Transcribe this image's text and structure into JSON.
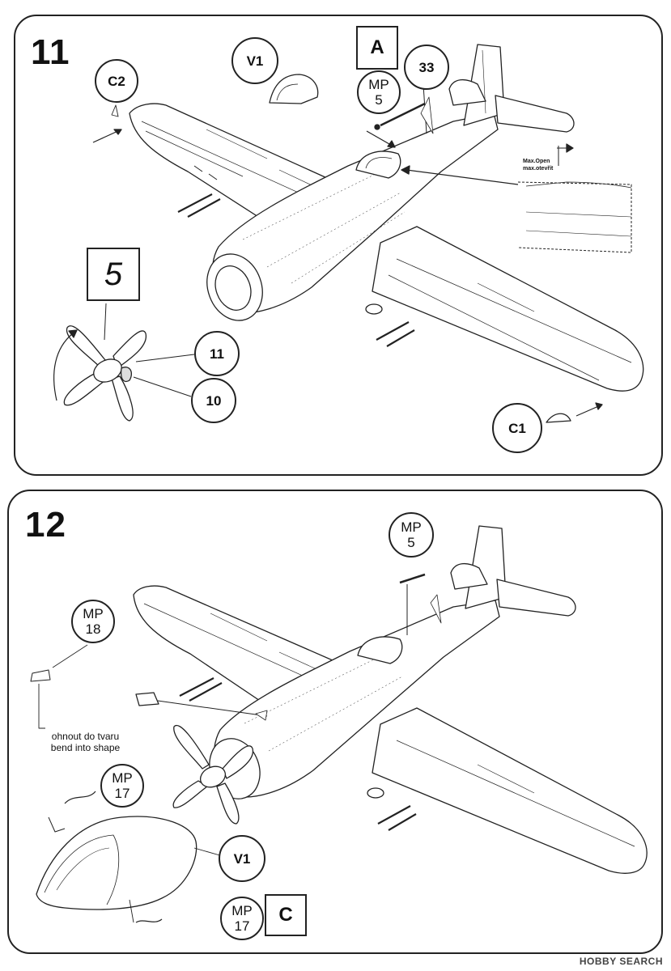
{
  "steps": {
    "s11": {
      "number": "11",
      "assembly_box": "A",
      "prop_box": "5",
      "callouts": {
        "c2": "C2",
        "v1": "V1",
        "mp5_top": "MP",
        "mp5_bottom": "5",
        "p33": "33",
        "p11": "11",
        "p10": "10",
        "c1": "C1"
      },
      "inset_label_en": "Max.Open",
      "inset_label_cz": "max.otevřít"
    },
    "s12": {
      "number": "12",
      "assembly_box": "C",
      "callouts": {
        "mp5_top": "MP",
        "mp5_bottom": "5",
        "mp18_top": "MP",
        "mp18_bottom": "18",
        "mp17a_top": "MP",
        "mp17a_bottom": "17",
        "v1": "V1",
        "mp17b_top": "MP",
        "mp17b_bottom": "17"
      },
      "note_cz": "ohnout do tvaru",
      "note_en": "bend into shape"
    }
  },
  "watermark": "HOBBY SEARCH"
}
